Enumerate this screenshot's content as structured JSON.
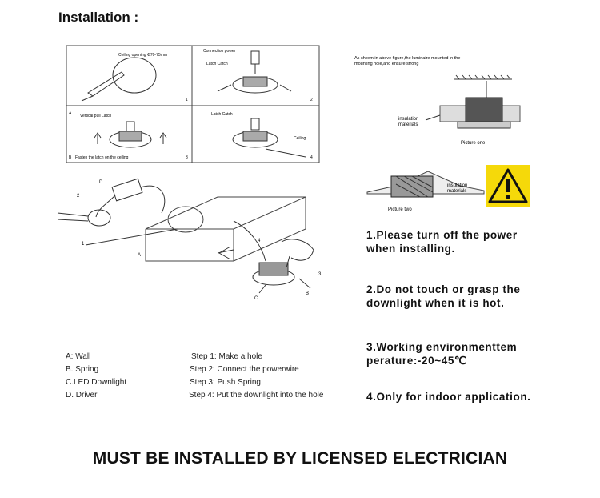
{
  "title": "Installation :",
  "grid_labels": {
    "ceiling_opening": "Ceiling opening Φ70-75mm",
    "connection_power": "Connection power",
    "latch_catch_top": "Latch Catch",
    "latch_catch_bottom": "Latch Catch",
    "vertical_pull": "Vertical pull Latch",
    "fasten": "Fasten the latch on the ceiling",
    "ceiling": "Ceiling",
    "n1": "1",
    "n2": "2",
    "n3": "3",
    "n4": "4",
    "a": "A",
    "b": "B"
  },
  "big_diagram_labels": {
    "d": "D",
    "two": "2",
    "one": "1",
    "a": "A",
    "four": "4",
    "three": "3",
    "b": "B",
    "c": "C"
  },
  "picture_one": {
    "caption": "As shown in above figure,the luminaire mounted in the mounting hole,and ensure strong",
    "caption_line1": "As shown in above figure,the luminaire mounted in the",
    "caption_line2": "mounting hole,and ensure strong",
    "insulation": "insulation",
    "materials": "materials",
    "label": "Picture one"
  },
  "picture_two": {
    "insulation": "insulation",
    "materials": "materials",
    "label": "Picture two"
  },
  "legend": {
    "parts": [
      "A: Wall",
      "B. Spring",
      "C.LED Downlight",
      "D. Driver"
    ],
    "steps": [
      "Step 1: Make a hole",
      "Step 2: Connect the powerwire",
      "Step 3: Push Spring",
      "Step 4: Put the downlight into the hole"
    ]
  },
  "warnings": {
    "w1_line1": "1.Please turn off the power",
    "w1_line2": "when installing.",
    "w2_line1": "2.Do not touch or grasp the",
    "w2_line2": "downlight when it is hot.",
    "w3_line1": "3.Working environmenttem",
    "w3_line2": "perature:-20~45℃",
    "w4": "4.Only for indoor application."
  },
  "footer": "MUST BE INSTALLED BY LICENSED ELECTRICIAN",
  "colors": {
    "warning_yellow": "#f5d90a",
    "ink": "#111111"
  }
}
